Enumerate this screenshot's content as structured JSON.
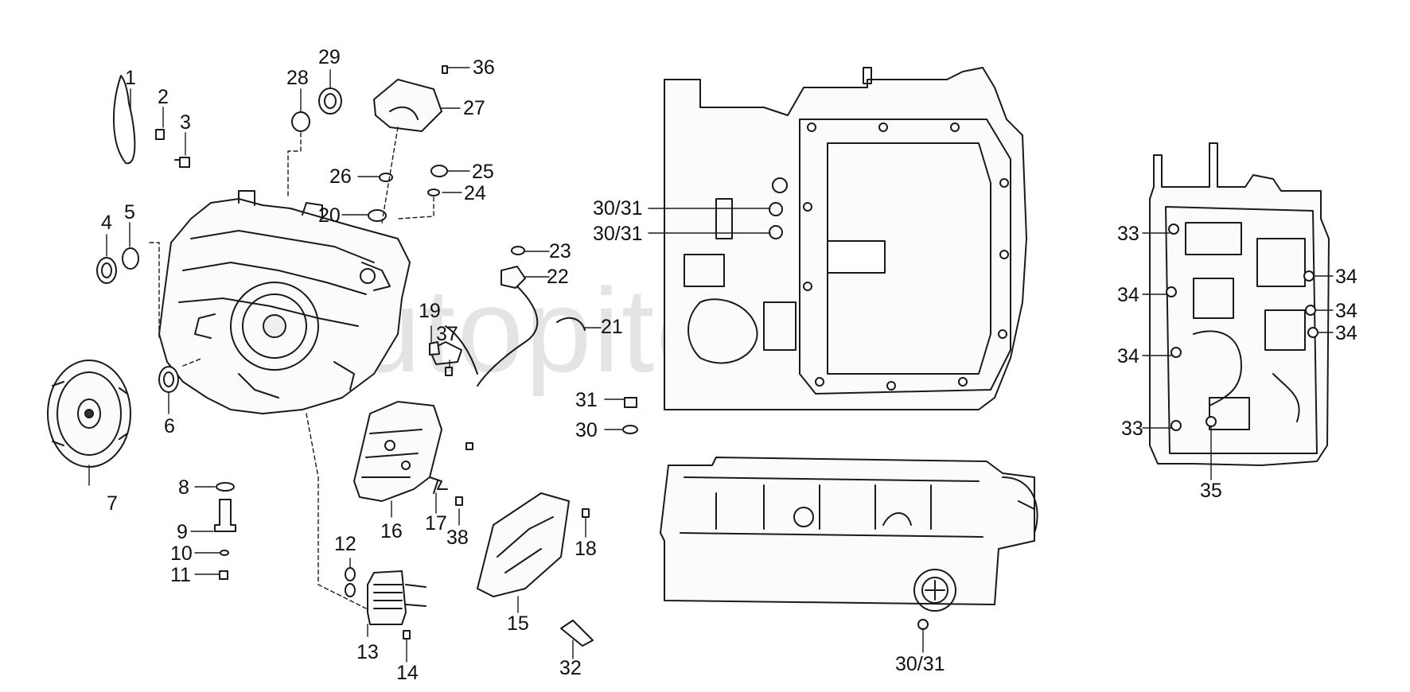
{
  "watermark": "autopiter.ru",
  "corner_mark": "",
  "callouts": {
    "c1": "1",
    "c2": "2",
    "c3": "3",
    "c4": "4",
    "c5": "5",
    "c6": "6",
    "c7": "7",
    "c8": "8",
    "c9": "9",
    "c10": "10",
    "c11": "11",
    "c12": "12",
    "c13": "13",
    "c14": "14",
    "c15": "15",
    "c16": "16",
    "c17": "17",
    "c18": "18",
    "c19": "19",
    "c20": "20",
    "c21": "21",
    "c22": "22",
    "c23": "23",
    "c24": "24",
    "c25": "25",
    "c26": "26",
    "c27": "27",
    "c28": "28",
    "c29": "29",
    "c30a": "30/31",
    "c30b": "30/31",
    "c30c": "30/31",
    "c30": "30",
    "c31": "31",
    "c32": "32",
    "c33a": "33",
    "c33b": "33",
    "c34a": "34",
    "c34b": "34",
    "c34c": "34",
    "c34d": "34",
    "c34e": "34",
    "c35": "35",
    "c36": "36",
    "c37": "37",
    "c38": "38"
  }
}
